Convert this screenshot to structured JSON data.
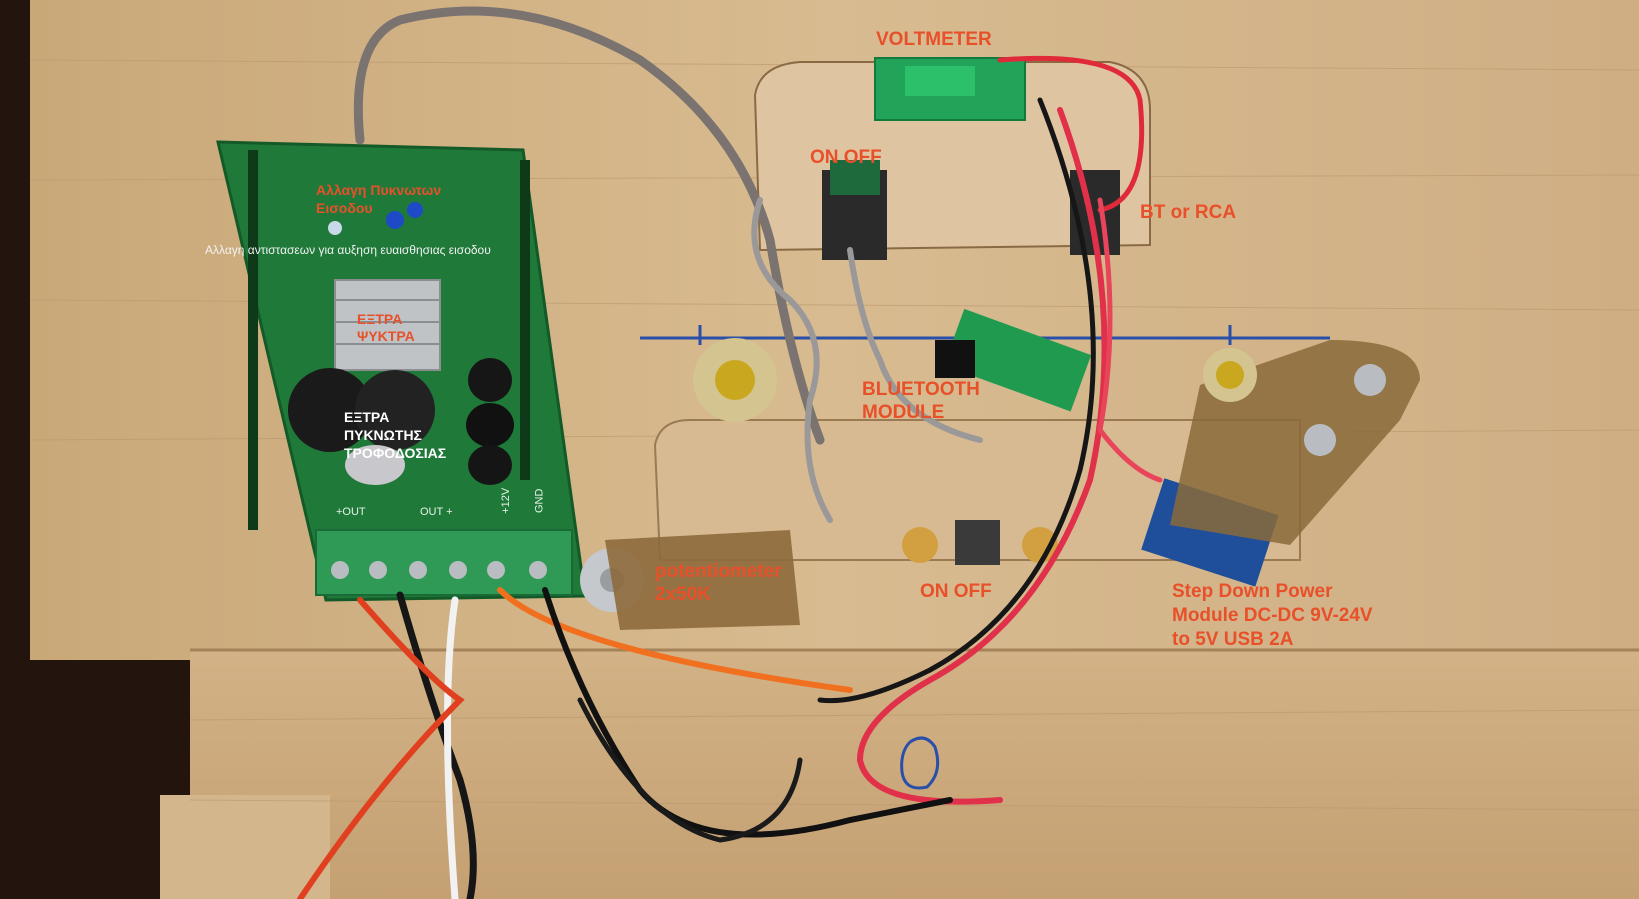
{
  "labels": {
    "voltmeter": "VOLTMETER",
    "on_off_top": "ON OFF",
    "bt_or_rca": "BT or RCA",
    "bluetooth_line1": "BLUETOOTH",
    "bluetooth_line2": "MODULE",
    "potentiometer_line1": "potentiometer",
    "potentiometer_line2": "2x50K",
    "on_off_bottom": "ON OFF",
    "stepdown_line1": "Step Down Power",
    "stepdown_line2": "Module DC-DC  9V-24V",
    "stepdown_line3": "to 5V USB 2A",
    "input_change_line1": "Αλλαγη Πυκνωτων",
    "input_change_line2": "Εισοδου",
    "resistor_change": "Αλλαγη αντιστασεων για αυξηση ευαισθησιας εισοδου",
    "extra_cooler_line1": "ΕΞΤΡΑ",
    "extra_cooler_line2": "ΨΥΚΤΡΑ",
    "extra_cap_line1": "ΕΞΤΡΑ",
    "extra_cap_line2": "ΠΥΚΝΩΤΗΣ",
    "extra_cap_line3": "ΤΡΟΦΟΔΟΣΙΑΣ"
  },
  "board_silkscreen": {
    "out_left": "+OUT",
    "out_right": "OUT +",
    "v12": "+12V",
    "gnd": "GND"
  },
  "colors": {
    "wood": "#cfae80",
    "pcb": "#1f7a3a",
    "label_red": "#e8502a"
  }
}
